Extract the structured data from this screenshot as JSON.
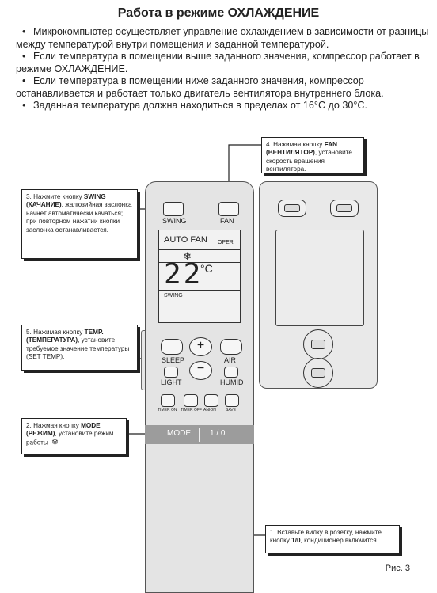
{
  "title": "Работа в режиме ОХЛАЖДЕНИЕ",
  "intro": [
    "Микрокомпьютер осуществляет управление охлаждением в зависимости от разницы между температурой внутри помещения и заданной температурой.",
    "Если температура в помещении выше заданного значения, компрессор работает в режиме ОХЛАЖДЕНИЕ.",
    "Если температура в помещении ниже заданного значения, компрессор останавливается и работает только двигатель вентилятора внутреннего блока.",
    "Заданная температура должна находиться в пределах от 16°С до 30°С."
  ],
  "callouts": {
    "fan": {
      "pre": "4. Нажимая кнопку ",
      "bold": "FAN (ВЕНТИЛЯТОР)",
      "post": ", установите скорость вращения вентилятора."
    },
    "swing": {
      "pre": "3. Нажмите кнопку ",
      "bold": "SWING (КАЧАНИЕ)",
      "post": ", жалюзийная заслонка начнет автоматически качаться; при повторном нажатии кнопки заслонка останавливается."
    },
    "temp": {
      "pre": "5. Нажимая кнопку ",
      "bold": "TEMP. (ТЕМПЕРАТУРА)",
      "post": ", установите требуемое значение температуры (SET TEMP)."
    },
    "mode": {
      "pre": "2. Нажмая кнопку ",
      "bold": "MODE (РЕЖИМ)",
      "post": ", установите режим работы"
    },
    "power": {
      "pre": "1. Вставьте вилку в розетку, нажмите кнопку ",
      "bold": "1/0",
      "post": ", кондиционер включится."
    }
  },
  "remote": {
    "swing_label": "SWING",
    "fan_label": "FAN",
    "display_top": "AUTO FAN",
    "display_oper": "OPER",
    "display_temp": "22",
    "display_unit": "°C",
    "display_swing": "SWING",
    "sleep_label": "SLEEP",
    "air_label": "AIR",
    "light_label": "LIGHT",
    "humid_label": "HUMID",
    "timer_on_label": "TIMER ON",
    "timer_off_label": "TIMER OFF",
    "anion_label": "ANION",
    "save_label": "SAVE",
    "mode_label": "MODE",
    "power_label": "1 / 0"
  },
  "figure_caption": "Рис. 3",
  "icons": {
    "snowflake": "snowflake-icon",
    "plus": "plus-icon",
    "minus": "minus-icon"
  }
}
